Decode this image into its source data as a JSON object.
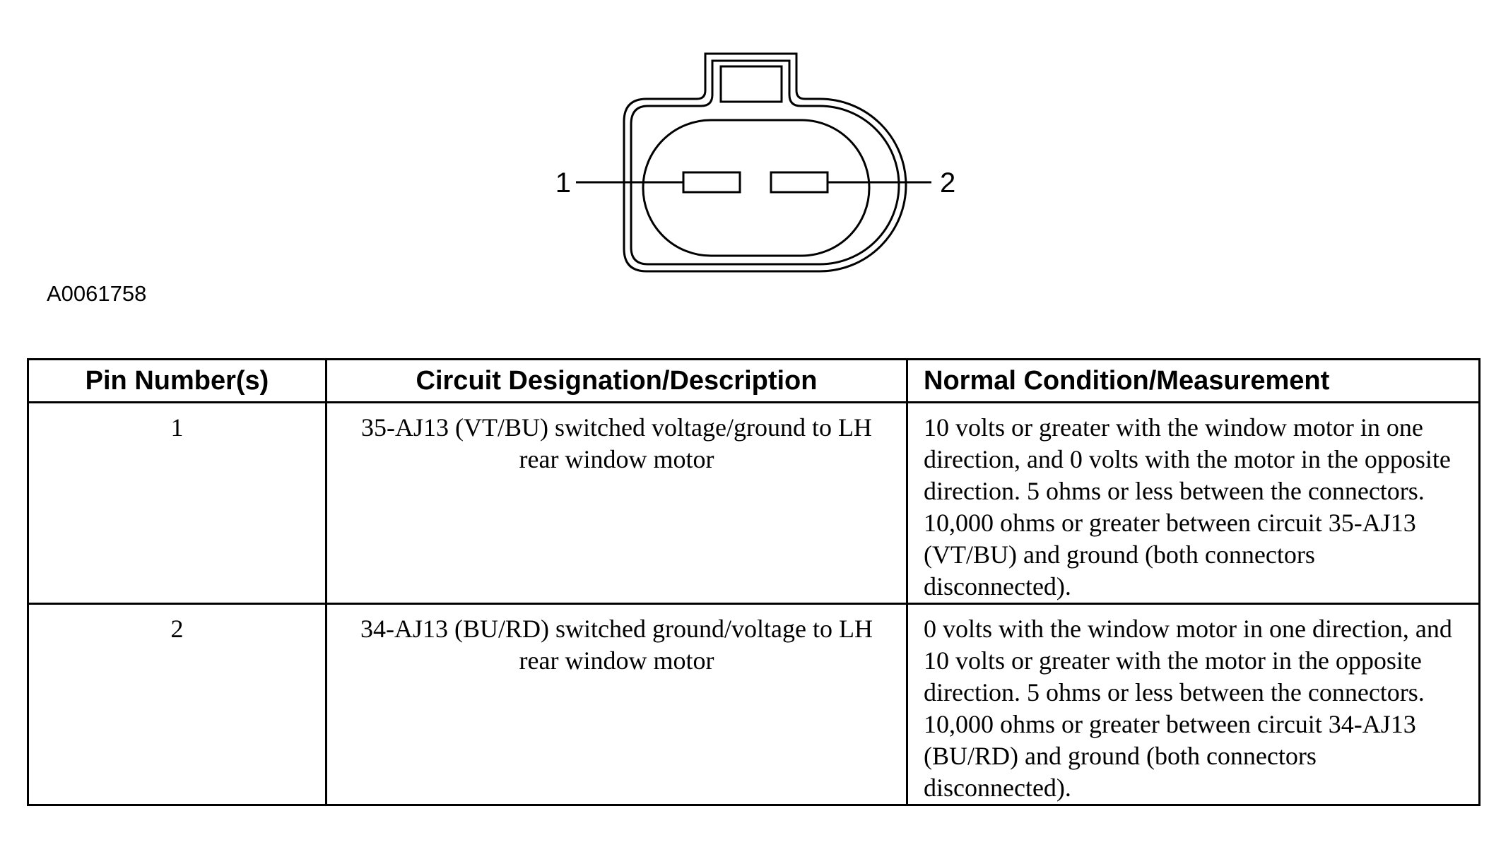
{
  "diagram": {
    "figure_id": "A0061758",
    "pin_labels": [
      "1",
      "2"
    ]
  },
  "table": {
    "headers": {
      "pin": "Pin Number(s)",
      "circuit": "Circuit Designation/Description",
      "normal": "Normal Condition/Measurement"
    },
    "rows": [
      {
        "pin": "1",
        "circuit": "35-AJ13 (VT/BU) switched voltage/ground to LH rear window motor",
        "normal": "10 volts or greater with the window motor in one direction, and 0 volts with the motor in the opposite direction. 5 ohms or less between the connectors. 10,000 ohms or greater between circuit 35-AJ13 (VT/BU) and ground (both connectors disconnected)."
      },
      {
        "pin": "2",
        "circuit": "34-AJ13 (BU/RD) switched ground/voltage to LH rear window motor",
        "normal": "0 volts with the window motor in one direction, and 10 volts or greater with the motor in the opposite direction. 5 ohms or less between the connectors. 10,000 ohms or greater between circuit 34-AJ13 (BU/RD) and ground (both connectors disconnected)."
      }
    ]
  }
}
